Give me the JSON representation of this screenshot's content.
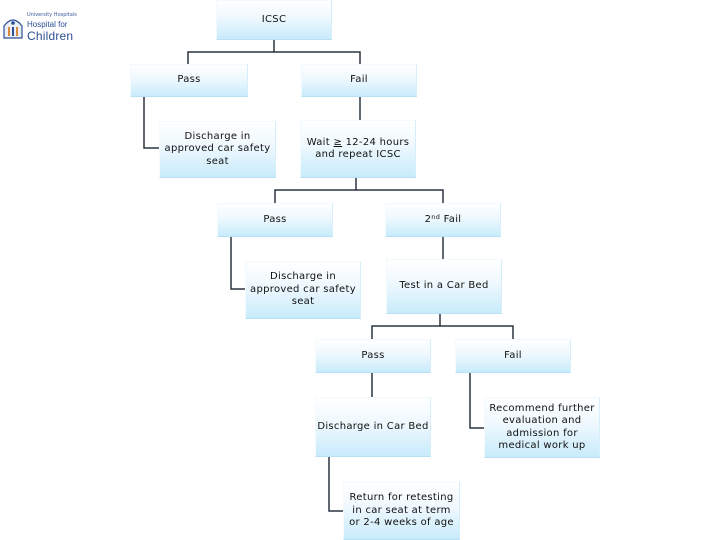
{
  "logo": {
    "line1": "University Hospitals",
    "line2": "Hospital for",
    "line3": "Children"
  },
  "nodes": {
    "icsc": "ICSC",
    "pass1": "Pass",
    "fail1": "Fail",
    "discharge_seat_1": "Discharge in approved car safety seat",
    "wait_prefix": "Wait ",
    "wait_symbol": "≥",
    "wait_suffix": " 12-24 hours",
    "wait_line2": "and repeat ICSC",
    "pass2": "Pass",
    "fail2_num": "2",
    "fail2_sup": "nd",
    "fail2_text": " Fail",
    "discharge_seat_2": "Discharge in approved car safety seat",
    "test_car_bed": "Test in a Car Bed",
    "pass3": "Pass",
    "fail3": "Fail",
    "discharge_car_bed": "Discharge in Car Bed",
    "recommend": "Recommend further evaluation and admission for medical work up",
    "return_retest": "Return for retesting in car seat at term or 2-4 weeks of age"
  },
  "colors": {
    "connector": "#2b3540",
    "box_top": "#ffffff",
    "box_bottom": "#c8ebfb",
    "logo_blue": "#2e4f93"
  }
}
